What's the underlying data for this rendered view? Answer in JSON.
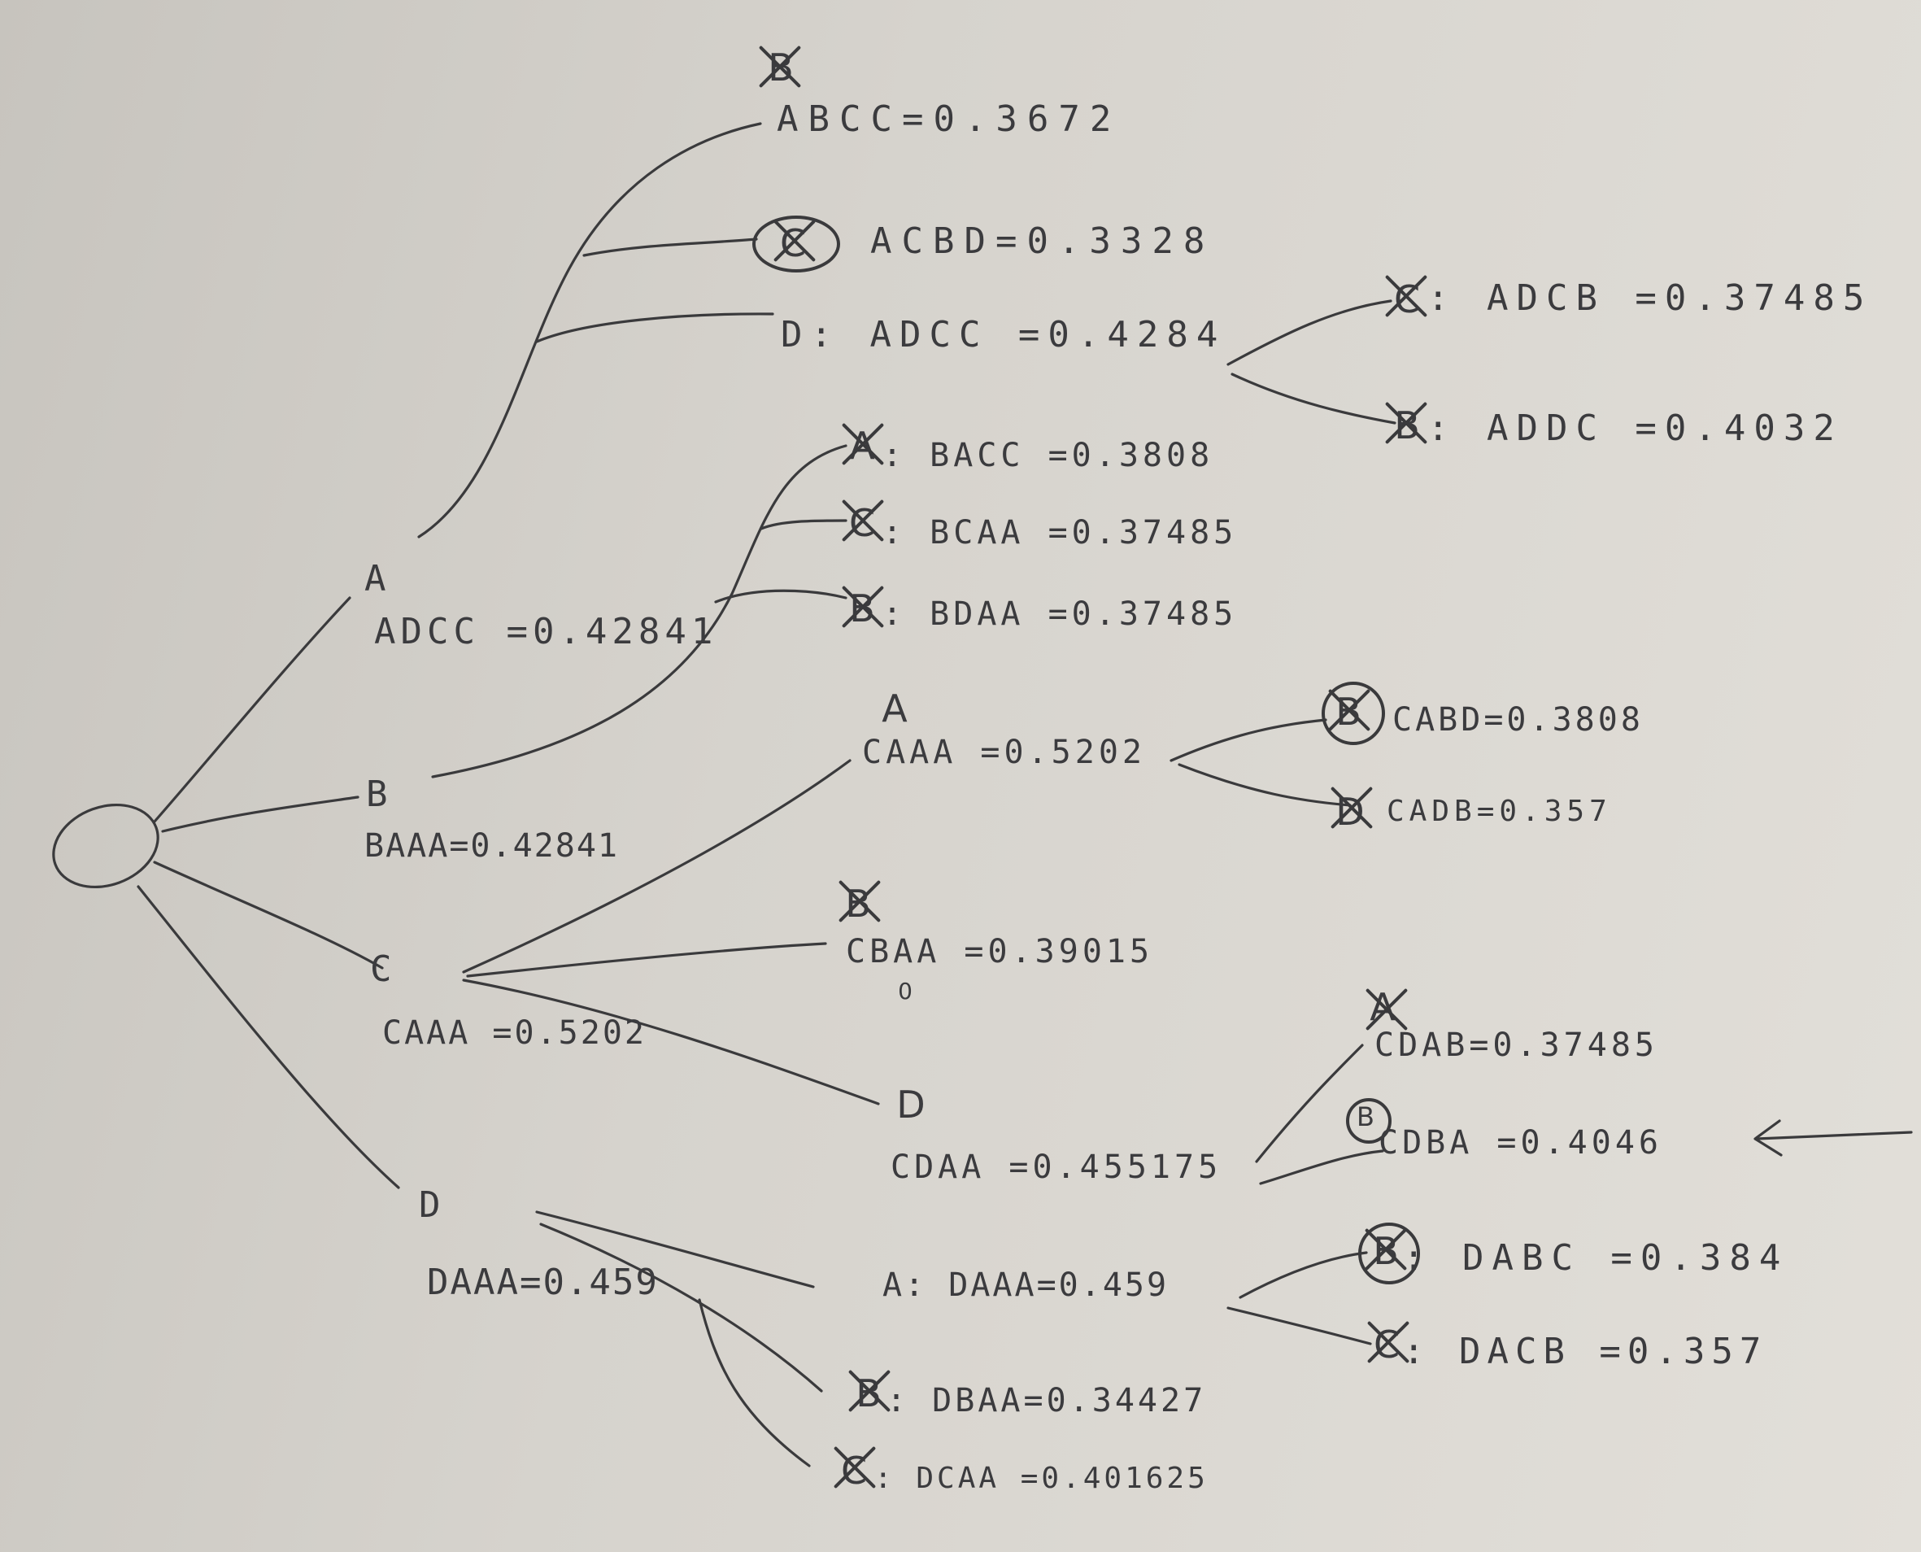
{
  "root": {
    "label": ""
  },
  "level1": {
    "a": {
      "letter": "A",
      "value": "ADCC =0.42841"
    },
    "b": {
      "letter": "B",
      "value": "BAAA=0.42841"
    },
    "c": {
      "letter": "C",
      "value": "CAAA =0.5202"
    },
    "d": {
      "letter": "D",
      "value": "DAAA=0.459"
    }
  },
  "a_children": {
    "abcc": {
      "mark": "B",
      "text": "ABCC=0.3672"
    },
    "acbd": {
      "mark": "C",
      "text": "ACBD=0.3328"
    },
    "adcc": {
      "mark": "D",
      "text": "D: ADCC =0.4284"
    },
    "adcb": {
      "mark": "C",
      "text": ": ADCB =0.37485"
    },
    "addc": {
      "mark": "B",
      "text": ": ADDC =0.4032"
    }
  },
  "b_children": {
    "bacc": {
      "mark": "A",
      "text": ": BACC =0.3808"
    },
    "bcaa": {
      "mark": "C",
      "text": ": BCAA =0.37485"
    },
    "bdaa": {
      "mark": "B",
      "text": ": BDAA =0.37485"
    }
  },
  "c_children": {
    "caaa": {
      "mark": "A",
      "text": "CAAA =0.5202"
    },
    "cabd": {
      "mark": "B",
      "text": "CABD=0.3808"
    },
    "cadb": {
      "mark": "D",
      "text": "CADB=0.357"
    },
    "cbaa": {
      "mark": "B",
      "text": "CBAA =0.39015",
      "note": "0"
    },
    "cdaa": {
      "mark": "D",
      "text": "CDAA =0.455175"
    },
    "cdab": {
      "mark": "A",
      "text": "CDAB=0.37485"
    },
    "cdba": {
      "mark": "B",
      "text": "CDBA =0.4046"
    }
  },
  "d_children": {
    "daaa": {
      "mark": "A",
      "text": "A: DAAA=0.459"
    },
    "dabc": {
      "mark": "B",
      "text": ": DABC =0.384"
    },
    "dacb": {
      "mark": "C",
      "text": ": DACB =0.357"
    },
    "dbaa": {
      "mark": "B",
      "text": ": DBAA=0.34427"
    },
    "dcaa": {
      "mark": "C",
      "text": ": DCAA =0.401625"
    }
  },
  "pointer": {
    "label": "←"
  }
}
